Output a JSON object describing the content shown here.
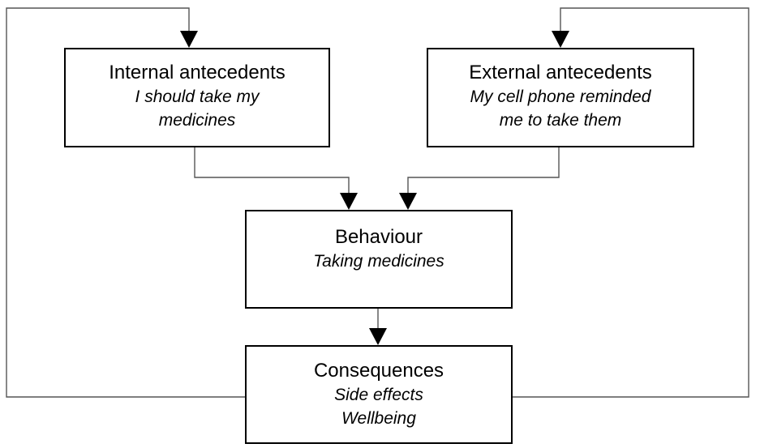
{
  "diagram": {
    "nodes": {
      "internal": {
        "title": "Internal antecedents",
        "lines": [
          "I should take my",
          "medicines"
        ]
      },
      "external": {
        "title": "External antecedents",
        "lines": [
          "My cell phone reminded",
          "me to take them"
        ]
      },
      "behaviour": {
        "title": "Behaviour",
        "lines": [
          "Taking medicines"
        ]
      },
      "consequences": {
        "title": "Consequences",
        "lines": [
          "Side effects",
          "Wellbeing"
        ]
      }
    },
    "edges": [
      {
        "from": "internal",
        "to": "behaviour"
      },
      {
        "from": "external",
        "to": "behaviour"
      },
      {
        "from": "behaviour",
        "to": "consequences"
      },
      {
        "from": "consequences",
        "to": "internal"
      },
      {
        "from": "consequences",
        "to": "external"
      }
    ],
    "line_color": "#555555",
    "arrow_color": "#000000"
  }
}
